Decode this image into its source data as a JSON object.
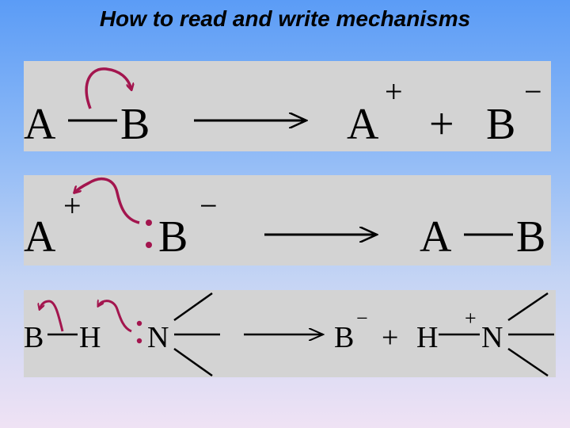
{
  "title": "How to read and write mechanisms",
  "colors": {
    "arrow": "#a3154e",
    "panel": "#d3d3d3",
    "ink": "#000000"
  },
  "reactions": [
    {
      "reactants": {
        "atom1": "A",
        "atom2": "B"
      },
      "products": {
        "atom1": "A",
        "charge1": "+",
        "plus": "+",
        "atom2": "B",
        "charge2": "−"
      }
    },
    {
      "reactants": {
        "atom1": "A",
        "charge1": "+",
        "atom2": "B",
        "charge2": "−",
        "lone_pair": ":"
      },
      "products": {
        "atom1": "A",
        "atom2": "B"
      }
    },
    {
      "reactants": {
        "atom1": "B",
        "atom2": "H",
        "atom3": "N",
        "lone_pair": ":"
      },
      "products": {
        "atom1": "B",
        "charge1": "−",
        "plus": "+",
        "atom2": "H",
        "charge3": "+",
        "atom3": "N"
      }
    }
  ]
}
